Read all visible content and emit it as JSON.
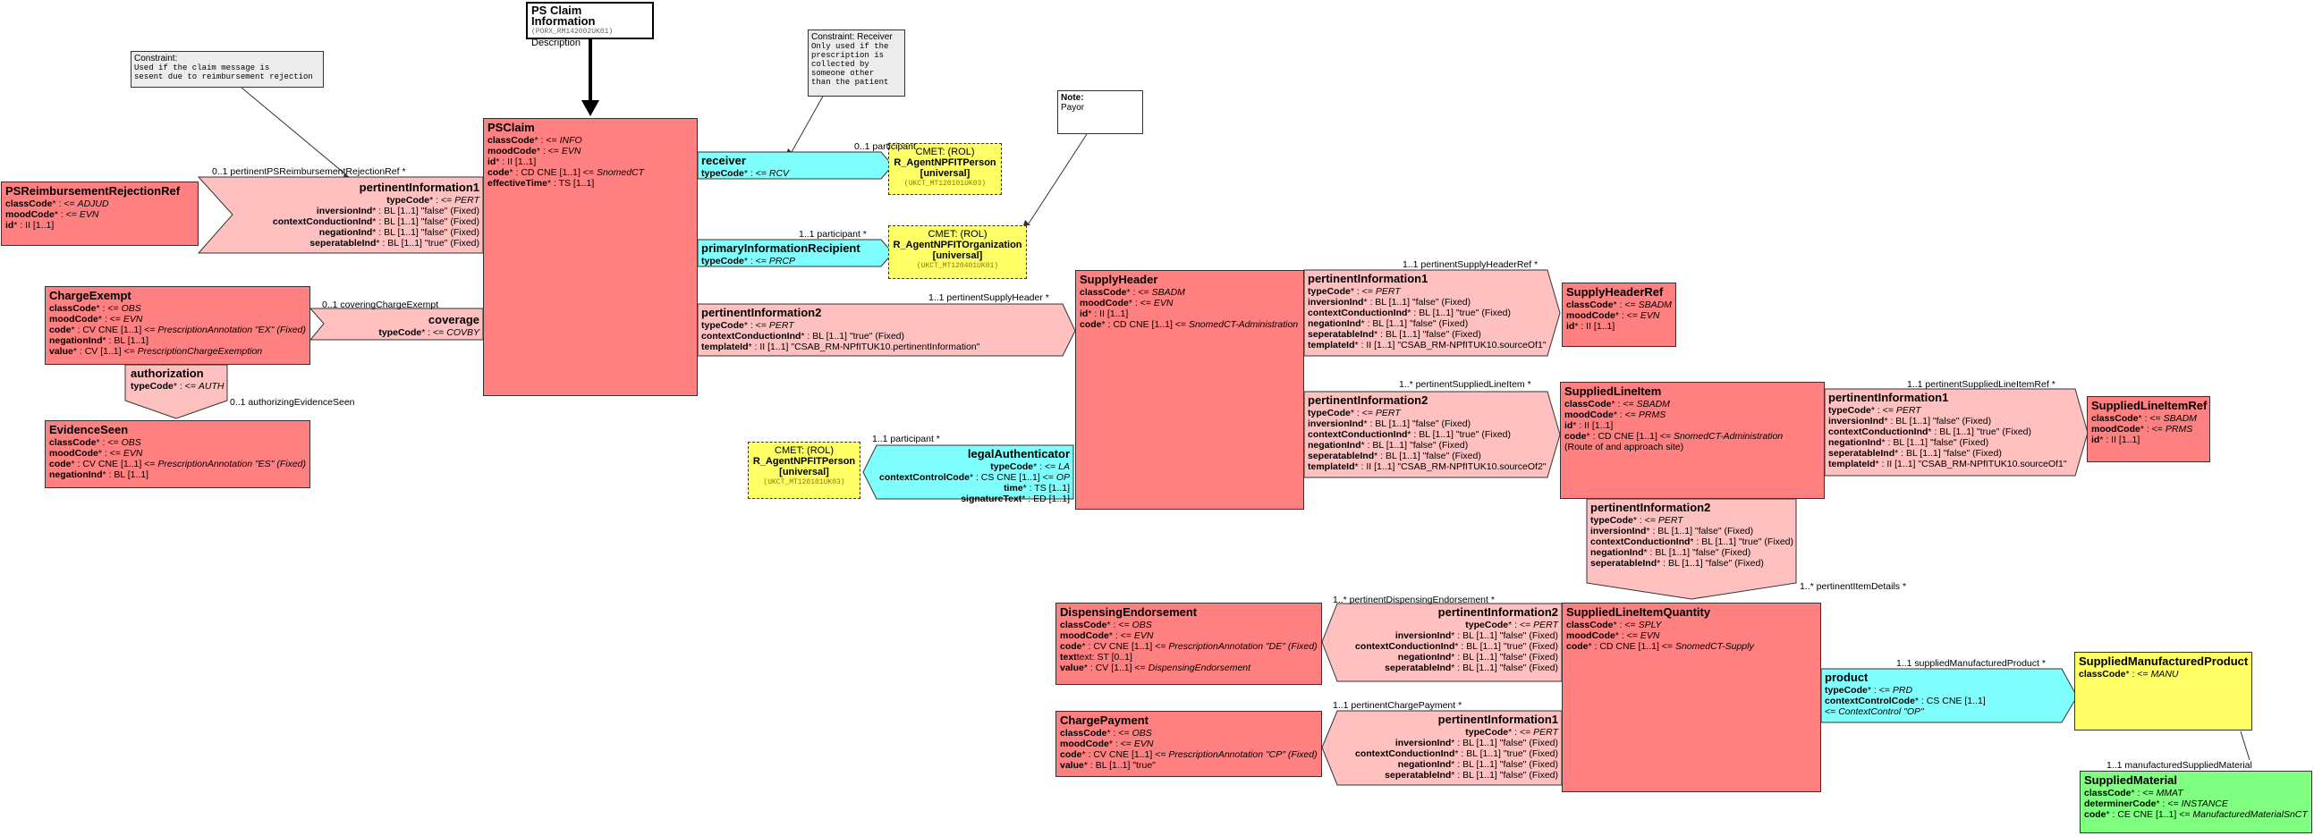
{
  "header": {
    "title": "PS Claim Information",
    "id": "(PORX_RM142002UK01)",
    "desc": "Description"
  },
  "notes": {
    "constraint1_title": "Constraint:",
    "constraint1_body": "Used if the claim message is\nsesent due to reimbursement rejection",
    "constraint2_title": "Constraint: Receiver",
    "constraint2_body": "Only used if the\nprescription is\ncollected by\nsomeone other\nthan the patient",
    "note3_title": "Note:",
    "note3_body": "Payor"
  },
  "psclaim": {
    "title": "PSClaim",
    "rows": [
      [
        "classCode",
        "* : <= ",
        "INFO"
      ],
      [
        "moodCode",
        "* : <= ",
        "EVN"
      ],
      [
        "id",
        "* : II [1..1]",
        ""
      ],
      [
        "code",
        "* : CD CNE [1..1] <= ",
        "SnomedCT"
      ],
      [
        "effectiveTime",
        "* : TS [1..1]",
        ""
      ]
    ]
  },
  "rejectionRef": {
    "title": "PSReimbursementRejectionRef",
    "rows": [
      [
        "classCode",
        "* : <= ",
        "ADJUD"
      ],
      [
        "moodCode",
        "* : <= ",
        "EVN"
      ],
      [
        "id",
        "* : II [1..1]",
        ""
      ]
    ]
  },
  "pi_rejection": {
    "title": "pertinentInformation1",
    "rows": [
      [
        "typeCode",
        "* : <= ",
        "PERT"
      ],
      [
        "inversionInd",
        "* : BL [1..1] \"false\" (Fixed)",
        ""
      ],
      [
        "contextConductionInd",
        "* : BL [1..1] \"false\" (Fixed)",
        ""
      ],
      [
        "negationInd",
        "* : BL [1..1] \"false\" (Fixed)",
        ""
      ],
      [
        "seperatableInd",
        "* : BL [1..1] \"true\" (Fixed)",
        ""
      ]
    ]
  },
  "chargeExempt": {
    "title": "ChargeExempt",
    "rows": [
      [
        "classCode",
        "* : <= ",
        "OBS"
      ],
      [
        "moodCode",
        "* : <= ",
        "EVN"
      ],
      [
        "code",
        "* : CV CNE [1..1] <= ",
        "PrescriptionAnnotation \"EX\" (Fixed)"
      ],
      [
        "negationInd",
        "* : BL [1..1]",
        ""
      ],
      [
        "value",
        "* : CV [1..1] <= ",
        "PrescriptionChargeExemption"
      ]
    ]
  },
  "coverage": {
    "title": "coverage",
    "rows": [
      [
        "typeCode",
        "* : <= ",
        "COVBY"
      ]
    ]
  },
  "authorization": {
    "title": "authorization",
    "rows": [
      [
        "typeCode",
        "* : <= ",
        "AUTH"
      ]
    ]
  },
  "evidenceSeen": {
    "title": "EvidenceSeen",
    "rows": [
      [
        "classCode",
        "* : <= ",
        "OBS"
      ],
      [
        "moodCode",
        "* : <= ",
        "EVN"
      ],
      [
        "code",
        "* : CV CNE [1..1] <= ",
        "PrescriptionAnnotation \"ES\" (Fixed)"
      ],
      [
        "negationInd",
        "* : BL [1..1]",
        ""
      ]
    ]
  },
  "receiver": {
    "title": "receiver",
    "rows": [
      [
        "typeCode",
        "* : <= ",
        "RCV"
      ]
    ]
  },
  "cmet_receiver": {
    "l1": "CMET: (ROL)",
    "l2": "R_AgentNPFITPerson",
    "l3": "[universal]",
    "l4": "(UKCT_MT120101UK03)"
  },
  "primaryRecipient": {
    "title": "primaryInformationRecipient",
    "rows": [
      [
        "typeCode",
        "* : <= ",
        "PRCP"
      ]
    ]
  },
  "cmet_org": {
    "l1": "CMET: (ROL)",
    "l2": "R_AgentNPFITOrganization",
    "l3": "[universal]",
    "l4": "(UKCT_MT120401UK01)"
  },
  "pi2_claim": {
    "title": "pertinentInformation2",
    "rows": [
      [
        "typeCode",
        "* : <= ",
        "PERT"
      ],
      [
        "contextConductionInd",
        "* : BL [1..1] \"true\" (Fixed)",
        ""
      ],
      [
        "templateId",
        "* : II [1..1] \"CSAB_RM-NPfITUK10.pertinentInformation\"",
        ""
      ]
    ]
  },
  "supplyHeader": {
    "title": "SupplyHeader",
    "rows": [
      [
        "classCode",
        "* : <= ",
        "SBADM"
      ],
      [
        "moodCode",
        "* : <= ",
        "EVN"
      ],
      [
        "id",
        "* : II [1..1]",
        ""
      ],
      [
        "code",
        "* : CD CNE [1..1] <= ",
        "SnomedCT-Administration"
      ]
    ]
  },
  "pi1_header": {
    "title": "pertinentInformation1",
    "rows": [
      [
        "typeCode",
        "* : <= ",
        "PERT"
      ],
      [
        "inversionInd",
        "* : BL [1..1] \"false\" (Fixed)",
        ""
      ],
      [
        "contextConductionInd",
        "* : BL [1..1] \"true\" (Fixed)",
        ""
      ],
      [
        "negationInd",
        "* : BL [1..1] \"false\" (Fixed)",
        ""
      ],
      [
        "seperatableInd",
        "* : BL [1..1] \"false\" (Fixed)",
        ""
      ],
      [
        "templateId",
        "* : II [1..1] \"CSAB_RM-NPfITUK10.sourceOf1\"",
        ""
      ]
    ]
  },
  "supplyHeaderRef": {
    "title": "SupplyHeaderRef",
    "rows": [
      [
        "classCode",
        "* : <= ",
        "SBADM"
      ],
      [
        "moodCode",
        "* : <= ",
        "EVN"
      ],
      [
        "id",
        "* : II [1..1]",
        ""
      ]
    ]
  },
  "pi2_header": {
    "title": "pertinentInformation2",
    "rows": [
      [
        "typeCode",
        "* : <= ",
        "PERT"
      ],
      [
        "inversionInd",
        "* : BL [1..1] \"false\" (Fixed)",
        ""
      ],
      [
        "contextConductionInd",
        "* : BL [1..1] \"true\" (Fixed)",
        ""
      ],
      [
        "negationInd",
        "* : BL [1..1] \"false\" (Fixed)",
        ""
      ],
      [
        "seperatableInd",
        "* : BL [1..1] \"false\" (Fixed)",
        ""
      ],
      [
        "templateId",
        "* : II [1..1] \"CSAB_RM-NPfITUK10.sourceOf2\"",
        ""
      ]
    ]
  },
  "legalAuth": {
    "title": "legalAuthenticator",
    "rows": [
      [
        "typeCode",
        "* : <= ",
        "LA"
      ],
      [
        "contextControlCode",
        "* : CS CNE [1..1] <= ",
        "OP"
      ],
      [
        "time",
        "* : TS [1..1]",
        ""
      ],
      [
        "signatureText",
        "* : ED [1..1]",
        ""
      ]
    ]
  },
  "cmet_person2": {
    "l1": "CMET: (ROL)",
    "l2": "R_AgentNPFITPerson",
    "l3": "[universal]",
    "l4": "(UKCT_MT120101UK03)"
  },
  "suppliedLineItem": {
    "title": "SuppliedLineItem",
    "rows": [
      [
        "classCode",
        "* : <= ",
        "SBADM"
      ],
      [
        "moodCode",
        "* : <= ",
        "PRMS"
      ],
      [
        "id",
        "* : II [1..1]",
        ""
      ],
      [
        "code",
        "* : CD CNE [1..1] <= ",
        "SnomedCT-Administration"
      ]
    ],
    "extra": "(Route of and approach site)"
  },
  "pi1_line": {
    "title": "pertinentInformation1",
    "rows": [
      [
        "typeCode",
        "* : <= ",
        "PERT"
      ],
      [
        "inversionInd",
        "* : BL [1..1] \"false\" (Fixed)",
        ""
      ],
      [
        "contextConductionInd",
        "* : BL [1..1] \"true\" (Fixed)",
        ""
      ],
      [
        "negationInd",
        "* : BL [1..1] \"false\" (Fixed)",
        ""
      ],
      [
        "seperatableInd",
        "* : BL [1..1] \"false\" (Fixed)",
        ""
      ],
      [
        "templateId",
        "* : II [1..1] \"CSAB_RM-NPfITUK10.sourceOf1\"",
        ""
      ]
    ]
  },
  "lineItemRef": {
    "title": "SuppliedLineItemRef",
    "rows": [
      [
        "classCode",
        "* : <= ",
        "SBADM"
      ],
      [
        "moodCode",
        "* : <= ",
        "PRMS"
      ],
      [
        "id",
        "* : II [1..1]",
        ""
      ]
    ]
  },
  "pi2_line": {
    "title": "pertinentInformation2",
    "rows": [
      [
        "typeCode",
        "* : <= ",
        "PERT"
      ],
      [
        "inversionInd",
        "* : BL [1..1] \"false\" (Fixed)",
        ""
      ],
      [
        "contextConductionInd",
        "* : BL [1..1] \"true\" (Fixed)",
        ""
      ],
      [
        "negationInd",
        "* : BL [1..1] \"false\" (Fixed)",
        ""
      ],
      [
        "seperatableInd",
        "* : BL [1..1] \"false\" (Fixed)",
        ""
      ]
    ]
  },
  "quantity": {
    "title": "SuppliedLineItemQuantity",
    "rows": [
      [
        "classCode",
        "* : <= ",
        "SPLY"
      ],
      [
        "moodCode",
        "* : <= ",
        "EVN"
      ],
      [
        "code",
        "* : CD CNE [1..1] <= ",
        "SnomedCT-Supply"
      ]
    ]
  },
  "dispensing": {
    "title": "DispensingEndorsement",
    "rows": [
      [
        "classCode",
        "* : <= ",
        "OBS"
      ],
      [
        "moodCode",
        "* : <= ",
        "EVN"
      ],
      [
        "code",
        "* : CV CNE [1..1] <= ",
        "PrescriptionAnnotation \"DE\" (Fixed)"
      ],
      [
        "text",
        "text: ST [0..1]",
        ""
      ],
      [
        "value",
        "* : CV [1..1] <= ",
        "DispensingEndorsement"
      ]
    ]
  },
  "pi2_disp": {
    "title": "pertinentInformation2",
    "rows": [
      [
        "typeCode",
        "* : <= ",
        "PERT"
      ],
      [
        "inversionInd",
        "* : BL [1..1] \"false\" (Fixed)",
        ""
      ],
      [
        "contextConductionInd",
        "* : BL [1..1] \"true\" (Fixed)",
        ""
      ],
      [
        "negationInd",
        "* : BL [1..1] \"false\" (Fixed)",
        ""
      ],
      [
        "seperatableInd",
        "* : BL [1..1] \"false\" (Fixed)",
        ""
      ]
    ]
  },
  "chargePayment": {
    "title": "ChargePayment",
    "rows": [
      [
        "classCode",
        "* : <= ",
        "OBS"
      ],
      [
        "moodCode",
        "* : <= ",
        "EVN"
      ],
      [
        "code",
        "* : CV CNE [1..1] <= ",
        "PrescriptionAnnotation \"CP\" (Fixed)"
      ],
      [
        "value",
        "* : BL [1..1] \"true\"",
        ""
      ]
    ]
  },
  "pi1_pay": {
    "title": "pertinentInformation1",
    "rows": [
      [
        "typeCode",
        "* : <= ",
        "PERT"
      ],
      [
        "inversionInd",
        "* : BL [1..1] \"false\" (Fixed)",
        ""
      ],
      [
        "contextConductionInd",
        "* : BL [1..1] \"true\" (Fixed)",
        ""
      ],
      [
        "negationInd",
        "* : BL [1..1] \"false\" (Fixed)",
        ""
      ],
      [
        "seperatableInd",
        "* : BL [1..1] \"false\" (Fixed)",
        ""
      ]
    ]
  },
  "product": {
    "title": "product",
    "rows": [
      [
        "typeCode",
        "* : <= ",
        "PRD"
      ],
      [
        "contextControlCode",
        "* : CS CNE [1..1]",
        ""
      ],
      [
        "",
        "<= ",
        "ContextControl \"OP\""
      ]
    ]
  },
  "manufProduct": {
    "title": "SuppliedManufacturedProduct",
    "rows": [
      [
        "classCode",
        "* : <= ",
        "MANU"
      ]
    ]
  },
  "material": {
    "title": "SuppliedMaterial",
    "rows": [
      [
        "classCode",
        "* : <= ",
        "MMAT"
      ],
      [
        "determinerCode",
        "* : <= ",
        "INSTANCE"
      ],
      [
        "code",
        "* : CE CNE [1..1] <= ",
        "ManufacturedMaterialSnCT"
      ]
    ]
  },
  "labels": {
    "rejection": "0..1 pertinentPSReimbursementRejectionRef  *",
    "covering": "0..1 coveringChargeExempt",
    "authEvidence": "0..1 authorizingEvidenceSeen",
    "participant1": "0..1 participant",
    "participant2": "1..1 participant  *",
    "supplyHeader": "1..1 pertinentSupplyHeader  *",
    "supplyHeaderRef": "1..1 pertinentSupplyHeaderRef  *",
    "lineItem": "1..* pertinentSuppliedLineItem  *",
    "participant3": "1..1 participant  *",
    "lineItemRef": "1..1 pertinentSuppliedLineItemRef  *",
    "itemDetails": "1..* pertinentItemDetails  *",
    "dispensing": "1..* pertinentDispensingEndorsement  *",
    "chargePay": "1..1 pertinentChargePayment  *",
    "manufProduct": "1..1 suppliedManufacturedProduct  *",
    "manufMaterial": "1..1 manufacturedSuppliedMaterial"
  }
}
